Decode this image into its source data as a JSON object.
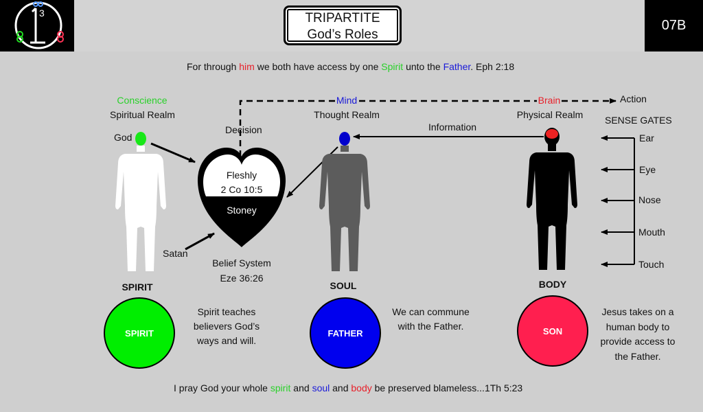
{
  "header": {
    "title_line1": "TRIPARTITE",
    "title_line2": "God’s Roles",
    "code": "07B"
  },
  "verse_top": {
    "a": "For through ",
    "him": "him",
    "b": " we both have access by one ",
    "spirit": "Spirit",
    "c": " unto the ",
    "father": "Father",
    "d": ". Eph 2:18"
  },
  "realms": {
    "conscience": "Conscience",
    "spiritual_realm": "Spiritual  Realm",
    "mind": "Mind",
    "thought_realm": "Thought Realm",
    "brain": "Brain",
    "physical_realm": "Physical Realm",
    "action": "Action"
  },
  "labels": {
    "decision": "Decision",
    "information": "Information",
    "god": "God",
    "satan": "Satan",
    "fleshly": "Fleshly",
    "fleshly_ref": "2 Co 10:5",
    "stoney": "Stoney",
    "belief_system": "Belief System",
    "belief_ref": "Eze 36:26"
  },
  "sense_gates": {
    "title": "SENSE GATES",
    "items": [
      "Ear",
      "Eye",
      "Nose",
      "Mouth",
      "Touch"
    ]
  },
  "figures": {
    "spirit": "SPIRIT",
    "soul": "SOUL",
    "body": "BODY"
  },
  "roles": {
    "spirit": {
      "label": "SPIRIT",
      "text": [
        "Spirit teaches",
        "believers God’s",
        "ways and will."
      ],
      "color": "#00ee00"
    },
    "father": {
      "label": "FATHER",
      "text": [
        "We can commune",
        "with the Father."
      ],
      "color": "#0000ee"
    },
    "son": {
      "label": "SON",
      "text": [
        "Jesus takes on a",
        "human body to",
        "provide access to",
        "the Father."
      ],
      "color": "#ff1f4f"
    }
  },
  "verse_bottom": {
    "a": "I pray God your whole ",
    "spirit": "spirit",
    "b": " and ",
    "soul": "soul",
    "c": " and ",
    "body": "body",
    "d": " be preserved blameless...1Th 5:23"
  }
}
